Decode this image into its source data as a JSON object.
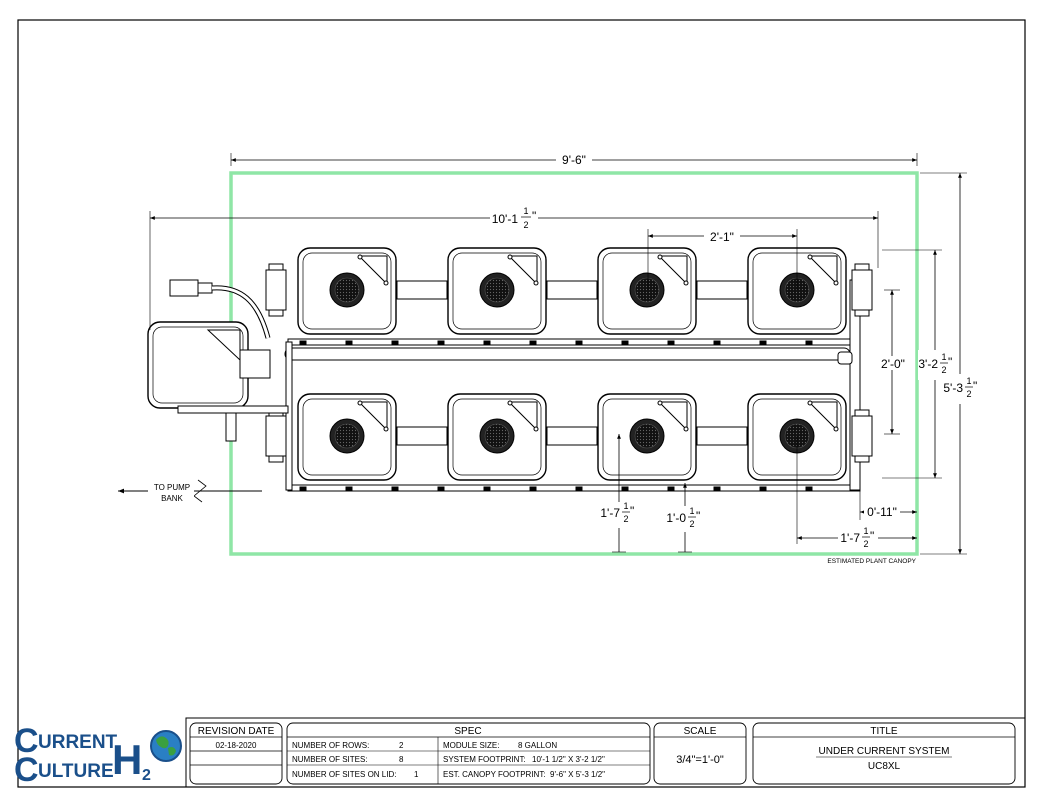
{
  "drawing": {
    "dimensions": {
      "canopy_width": "9'-6\"",
      "overall_length": "10'-1",
      "module_spacing": "2'-1\"",
      "row_spacing": "2'-0\"",
      "system_depth": "3'-2",
      "canopy_depth": "5'-3",
      "site_offset": "1'-7",
      "rail_offset": "1'-0",
      "end_offset": "0'-11\"",
      "end_site_offset": "1'-7",
      "half_numerator": "1",
      "half_denominator": "2",
      "inch_mark": "\""
    },
    "labels": {
      "pump_line_1": "TO PUMP",
      "pump_line_2": "BANK",
      "canopy_note": "ESTIMATED PLANT CANOPY"
    },
    "colors": {
      "canopy_outline": "#8fe6a6",
      "line": "#000000",
      "site_fill": "#222222"
    }
  },
  "title_block": {
    "revision_header": "REVISION DATE",
    "revision_date": "02-18-2020",
    "spec_header": "SPEC",
    "rows_label": "NUMBER OF ROWS:",
    "rows_value": "2",
    "sites_label": "NUMBER OF SITES:",
    "sites_value": "8",
    "lid_label": "NUMBER OF SITES ON LID:",
    "lid_value": "1",
    "module_label": "MODULE SIZE:",
    "module_value": "8 GALLON",
    "footprint_label": "SYSTEM FOOTPRINT:",
    "footprint_value": "10'-1 1/2\" X 3'-2 1/2\"",
    "canopy_label": "EST. CANOPY FOOTPRINT:",
    "canopy_value": "9'-6\" X 5'-3 1/2\"",
    "scale_header": "SCALE",
    "scale_value": "3/4\"=1'-0\"",
    "title_header": "TITLE",
    "title_line_1": "UNDER CURRENT SYSTEM",
    "title_line_2": "UC8XL"
  },
  "logo": {
    "word_1": "URRENT",
    "word_2": "ULTURE",
    "letter_c": "C",
    "letter_h": "H",
    "letter_2": "2",
    "letter_o": "O",
    "brand_color": "#1a4f8a",
    "globe_color": "#2a7fc4",
    "land_color": "#3aa040"
  }
}
